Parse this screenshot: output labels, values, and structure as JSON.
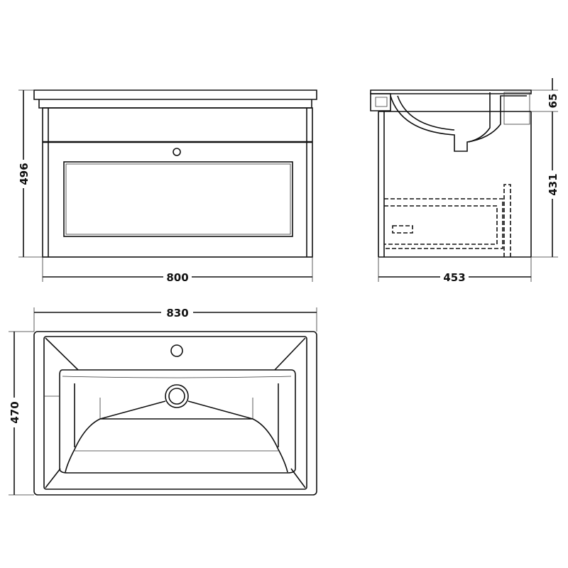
{
  "dimensions": {
    "front_height": "496",
    "front_width": "800",
    "side_basin_height": "65",
    "side_cabinet_height": "431",
    "side_depth": "453",
    "top_width": "830",
    "top_depth": "470"
  },
  "colors": {
    "line": "#111111",
    "background": "#ffffff"
  }
}
